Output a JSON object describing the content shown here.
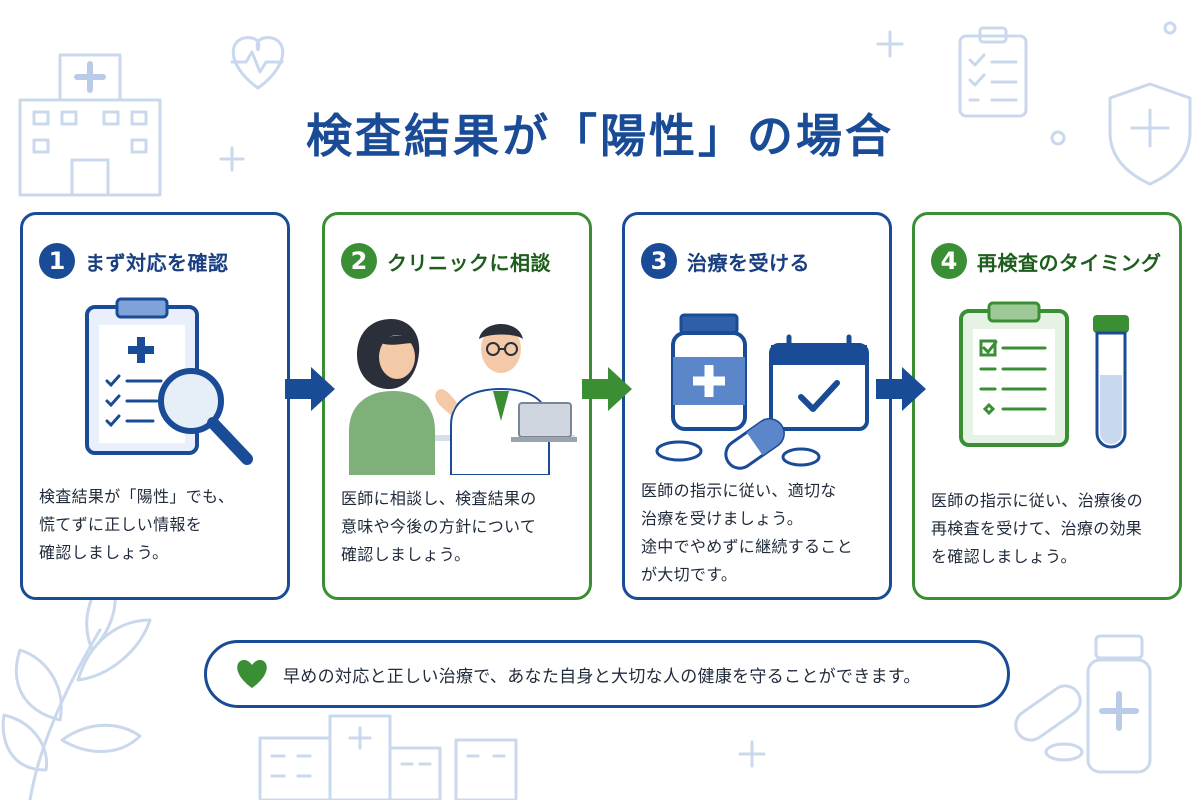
{
  "title": "検査結果が「陽性」の場合",
  "colors": {
    "blue": "#1a4b96",
    "green": "#3a8f35",
    "light_deco": "#c9d8ec"
  },
  "steps": [
    {
      "num": "1",
      "title": "まず対応を確認",
      "desc": "検査結果が「陽性」でも、\n慌てずに正しい情報を\n確認しましょう。",
      "icon": "clipboard-magnifier-icon"
    },
    {
      "num": "2",
      "title": "クリニックに相談",
      "desc": "医師に相談し、検査結果の\n意味や今後の方針について\n確認しましょう。",
      "icon": "doctor-consultation-icon"
    },
    {
      "num": "3",
      "title": "治療を受ける",
      "desc": "医師の指示に従い、適切な\n治療を受けましょう。\n途中でやめずに継続すること\nが大切です。",
      "icon": "medicine-calendar-icon"
    },
    {
      "num": "4",
      "title": "再検査のタイミング",
      "desc": "医師の指示に従い、治療後の\n再検査を受けて、治療の効果\nを確認しましょう。",
      "icon": "clipboard-test-tube-icon"
    }
  ],
  "footer": {
    "text": "早めの対応と正しい治療で、あなた自身と大切な人の健康を守ることができます。",
    "icon": "heart-icon"
  }
}
